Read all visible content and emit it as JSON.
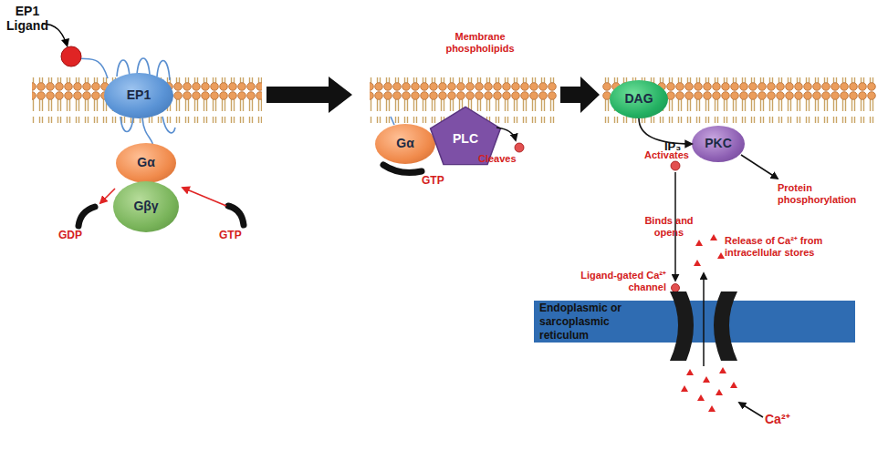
{
  "diagram": {
    "nodes": [
      {
        "text": [
          "EP1"
        ]
      },
      {
        "text": [
          "Gα"
        ]
      },
      {
        "text": [
          "Gβγ"
        ]
      },
      {
        "text": [
          "Gα"
        ]
      },
      {
        "text": [
          "PLC"
        ]
      },
      {
        "text": [
          "DAG"
        ]
      },
      {
        "text": [
          "PKC"
        ]
      },
      {
        "text": [
          "Endoplasmic or sarcoplasmic reticulum"
        ]
      }
    ],
    "edges": [
      {
        "from": 5,
        "to": 6,
        "label": "Activates",
        "arrow": "to"
      }
    ],
    "labels": [
      "EP1 Ligand",
      "GDP",
      "GTP",
      "Membrane phospholipids",
      "Cleaves",
      "GTP",
      "Protein phosphorylation",
      "IP₃",
      "Binds and opens",
      "Release of Ca²⁺ from intracellular stores",
      "Ligand-gated Ca²⁺ channel",
      "Ca²⁺"
    ]
  }
}
